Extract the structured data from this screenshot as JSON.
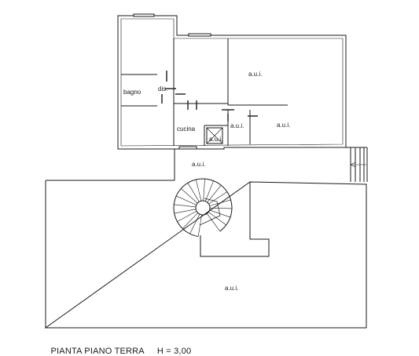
{
  "plan": {
    "rooms": {
      "bagno": "bagno",
      "dis": "dis.",
      "cucina": "cucina",
      "aui_top_right": "a.u.i.",
      "aui_corridor": "a.u.i.",
      "aui_right": "a.u.i.",
      "aui_small": "a.u.i.",
      "aui_passage": "a.u.i.",
      "aui_bottom": "a.u.i."
    }
  },
  "caption": {
    "title": "PIANTA PIANO TERRA",
    "height": "H = 3,00"
  },
  "colors": {
    "line": "#1a1a1a",
    "background": "#ffffff"
  }
}
